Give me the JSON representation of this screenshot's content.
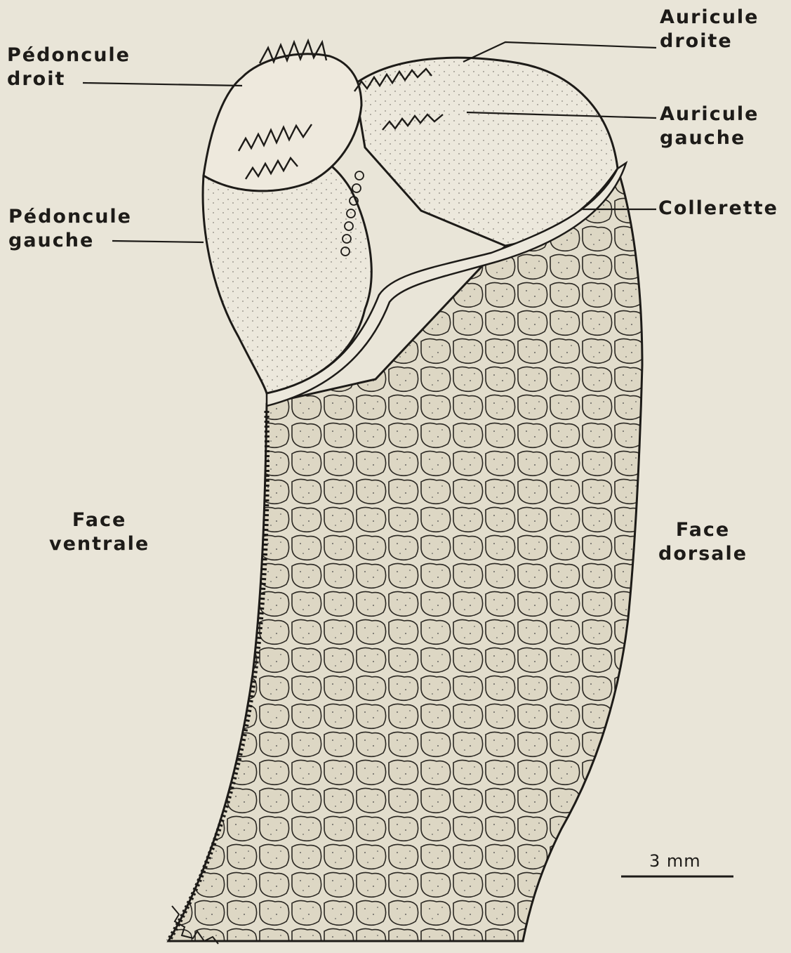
{
  "labels": {
    "pedoncule_droit": [
      "Pédoncule",
      "droit"
    ],
    "pedoncule_gauche": [
      "Pédoncule",
      "gauche"
    ],
    "auricule_droite": [
      "Auricule",
      "droite"
    ],
    "auricule_gauche": [
      "Auricule",
      "gauche"
    ],
    "collerette": "Collerette",
    "face_ventrale": [
      "Face",
      "ventrale"
    ],
    "face_dorsale": [
      "Face",
      "dorsale"
    ]
  },
  "scale_bar": {
    "label": "3 mm"
  },
  "colors": {
    "paper": "#e9e5d8",
    "ink": "#1d1b18",
    "body_fill": "#e2ddcc",
    "head_fill": "#ece8dc"
  }
}
